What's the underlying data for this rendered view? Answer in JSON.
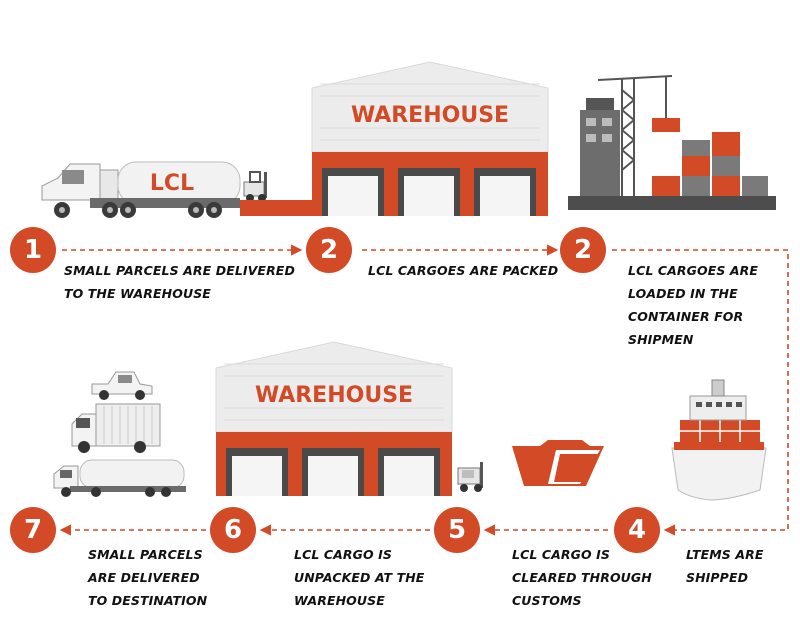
{
  "steps": [
    {
      "number": "1",
      "lines": [
        "SMALL PARCELS ARE DELIVERED",
        "TO THE WAREHOUSE"
      ]
    },
    {
      "number": "2",
      "lines": [
        "LCL CARGOES ARE PACKED"
      ]
    },
    {
      "number": "2",
      "lines": [
        "LCL CARGOES ARE",
        "LOADED IN THE",
        "CONTAINER FOR",
        "SHIPMEN"
      ]
    },
    {
      "number": "4",
      "lines": [
        "LTEMS ARE",
        "SHIPPED"
      ]
    },
    {
      "number": "5",
      "lines": [
        "LCL CARGO IS",
        "CLEARED THROUGH",
        "CUSTOMS"
      ]
    },
    {
      "number": "6",
      "lines": [
        "LCL CARGO IS",
        "UNPACKED AT THE",
        "WAREHOUSE"
      ]
    },
    {
      "number": "7",
      "lines": [
        "SMALL PARCELS",
        "ARE DELIVERED",
        "TO DESTINATION"
      ]
    }
  ],
  "labels": {
    "warehouse_top": "WAREHOUSE",
    "warehouse_bottom": "WAREHOUSE",
    "truck_tank": "LCL"
  },
  "colors": {
    "accent": "#d24a26",
    "gray_light": "#e9e9e9",
    "gray_dark": "#555555"
  }
}
